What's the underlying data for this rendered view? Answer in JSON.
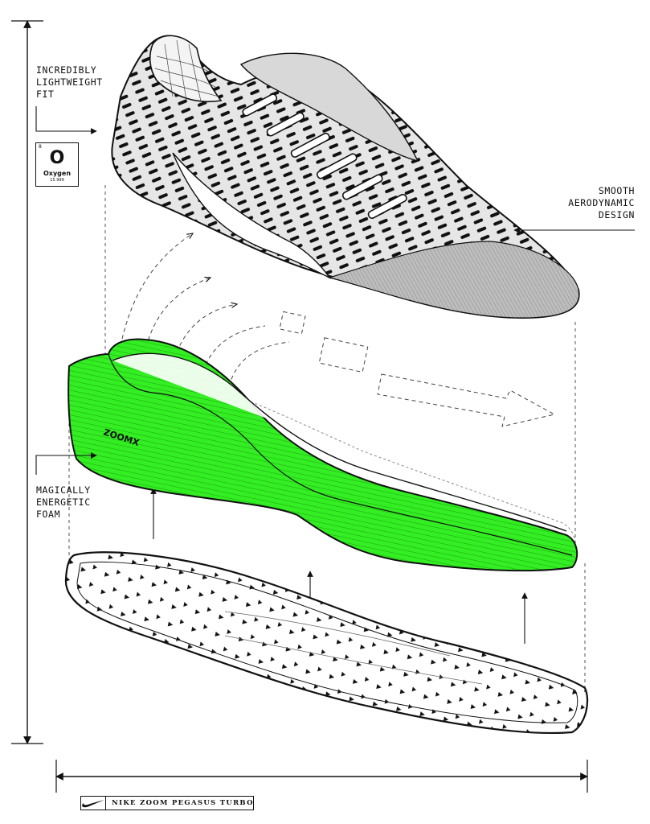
{
  "labels": {
    "fit": [
      "INCREDIBLY",
      "LIGHTWEIGHT",
      "FIT"
    ],
    "design": [
      "SMOOTH",
      "AERODYNAMIC",
      "DESIGN"
    ],
    "foam": [
      "MAGICALLY",
      "ENERGETIC",
      "FOAM"
    ]
  },
  "element": {
    "number": "8",
    "symbol": "O",
    "name": "Oxygen",
    "mass": "15.999"
  },
  "foam_brand": "ZOOMX",
  "product_name": "NIKE ZOOM PEGASUS TURBO",
  "colors": {
    "foam_green": "#33ee22",
    "ink": "#111111",
    "upper_gray": "#c9c9c9"
  }
}
